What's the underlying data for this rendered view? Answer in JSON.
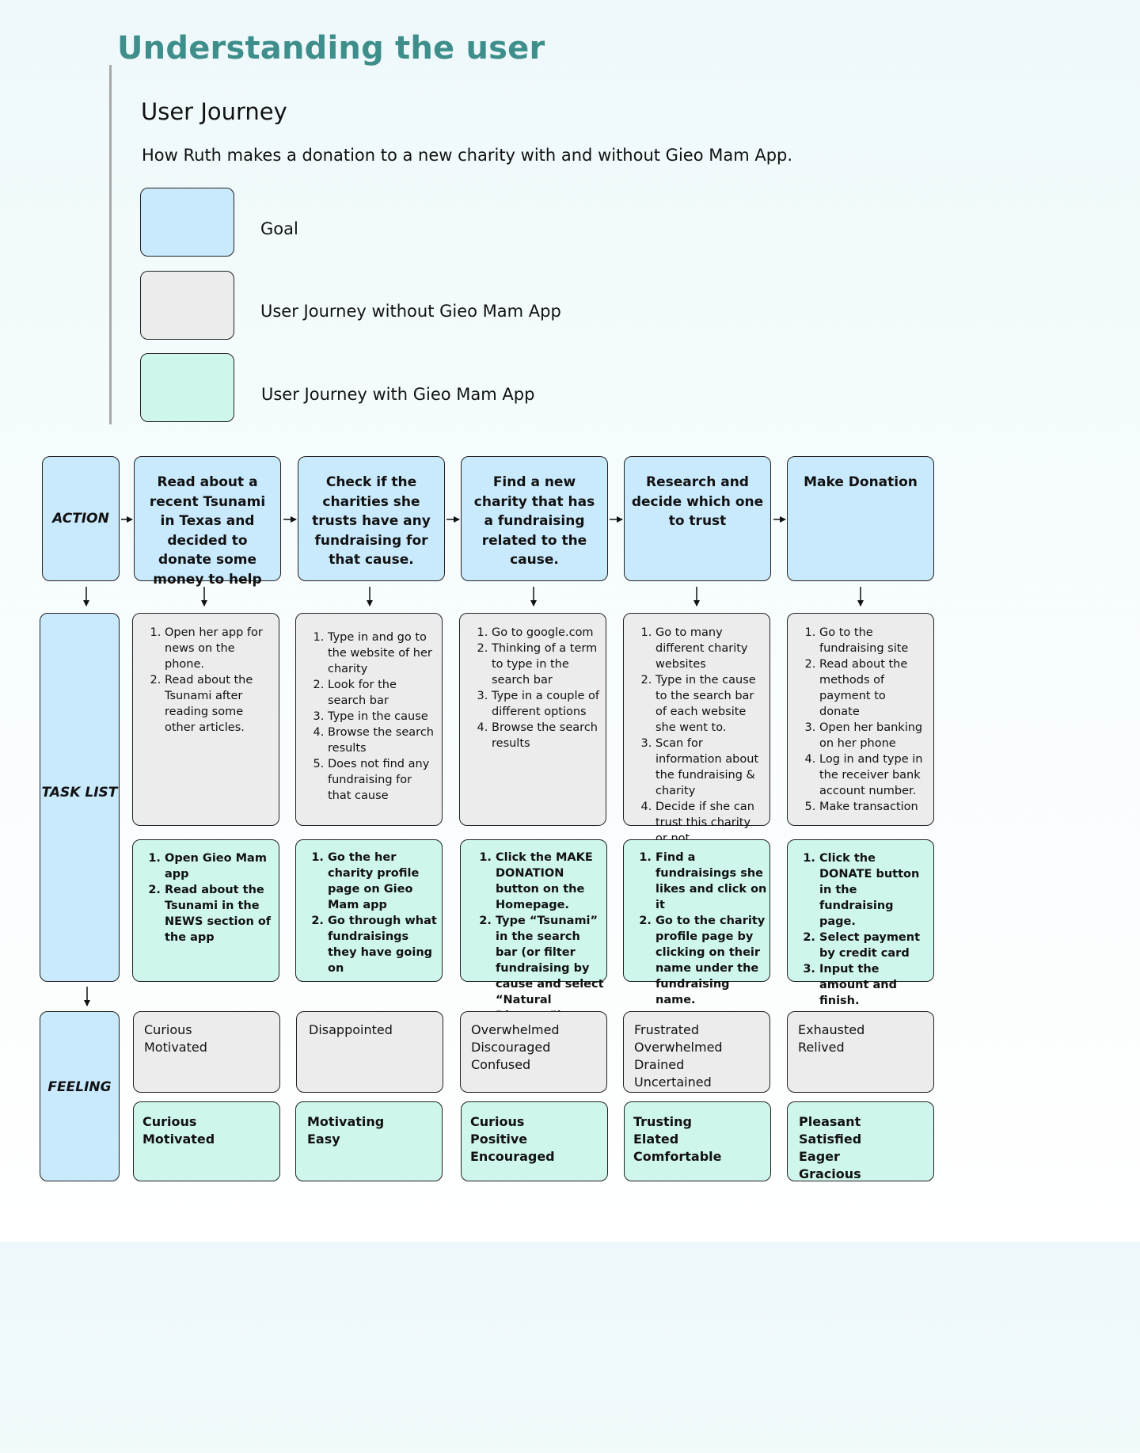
{
  "page": {
    "title": "Understanding the user",
    "subtitle": "User Journey",
    "description": "How Ruth makes a donation to a new charity with and without Gieo Mam App."
  },
  "legend": {
    "goal": "Goal",
    "without": "User Journey without Gieo Mam App",
    "with": "User Journey with Gieo Mam App"
  },
  "row_labels": {
    "action": "ACTION",
    "task_list": "TASK LIST",
    "feeling": "FEELING"
  },
  "steps": [
    {
      "action": "Read about a recent Tsunami in Texas and decided to donate some money to help",
      "tasks_without": [
        "Open her app for news on the phone.",
        "Read about the Tsunami after reading some other articles."
      ],
      "tasks_with": [
        "Open Gieo Mam app",
        "Read about the Tsunami in the NEWS section of the app"
      ],
      "feeling_without": "Curious\nMotivated",
      "feeling_with": "Curious\nMotivated"
    },
    {
      "action": "Check if the charities she trusts have any fundraising for that cause.",
      "tasks_without": [
        "Type in and go to the website of her charity",
        "Look for the search bar",
        "Type in the cause",
        "Browse the search results",
        "Does not find any fundraising for that cause"
      ],
      "tasks_with": [
        "Go the her charity profile page on Gieo Mam  app",
        "Go through what fundraisings they have going on"
      ],
      "feeling_without": "Disappointed",
      "feeling_with": "Motivating\nEasy"
    },
    {
      "action": "Find a new charity that has a fundraising related to the cause.",
      "tasks_without": [
        "Go to google.com",
        "Thinking of a term to type in the search bar",
        "Type in a couple of different options",
        "Browse the search results"
      ],
      "tasks_with": [
        "Click the MAKE DONATION button on the Homepage.",
        "Type “Tsunami” in the search bar (or filter fundraising by cause and select “Natural Disaster”)"
      ],
      "feeling_without": "Overwhelmed\nDiscouraged\nConfused",
      "feeling_with": "Curious\nPositive\nEncouraged"
    },
    {
      "action": "Research and decide which one to trust",
      "tasks_without": [
        "Go to many different charity websites",
        "Type in the cause to the search bar of each website she went to.",
        "Scan for information about the fundraising & charity",
        "Decide if she can trust this charity or not."
      ],
      "tasks_with": [
        "Find a fundraisings she likes and click on it",
        "Go to the charity profile page by clicking on their name under the fundraising name."
      ],
      "feeling_without": "Frustrated\nOverwhelmed\nDrained\nUncertained",
      "feeling_with": "Trusting\nElated\nComfortable"
    },
    {
      "action": "Make Donation",
      "tasks_without": [
        "Go to the fundraising site",
        "Read about the methods of payment to donate",
        "Open her banking on her phone",
        "Log in and type in the receiver bank account number.",
        "Make transaction"
      ],
      "tasks_with": [
        "Click the DONATE button in the fundraising page.",
        "Select payment by credit card",
        "Input the amount and finish."
      ],
      "feeling_without": "Exhausted\nRelived",
      "feeling_with": "Pleasant\nSatisfied\nEager\nGracious"
    }
  ]
}
